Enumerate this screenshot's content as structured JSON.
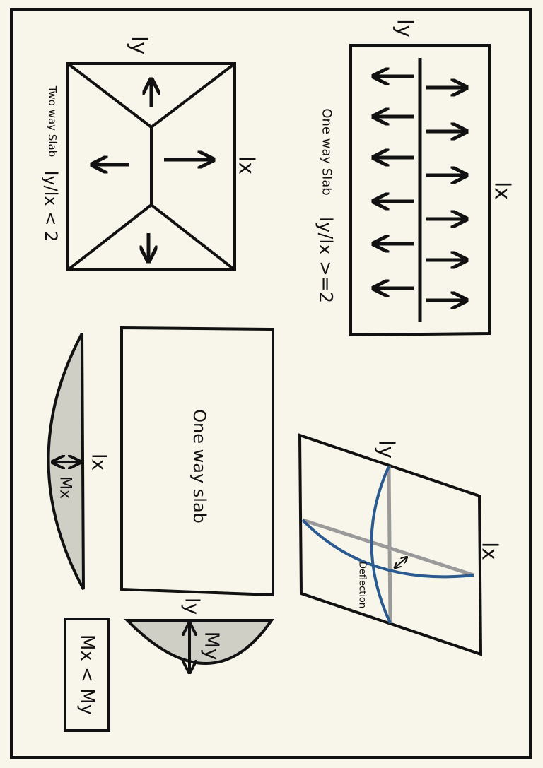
{
  "colors": {
    "background": "#f8f6ea",
    "ink": "#111111",
    "shade": "#cfcfc6",
    "blue_curve": "#2a5a8f",
    "gray_line": "#9a9a9a"
  },
  "one_way_panel": {
    "label_ly": "ly",
    "label_lx": "lx",
    "title": "One way Slab",
    "condition": "ly/lx >=2"
  },
  "two_way_panel": {
    "label_ly": "ly",
    "label_lx": "lx",
    "title": "Two way Slab",
    "condition": "ly/lx < 2"
  },
  "deflection_panel": {
    "label_ly": "ly",
    "label_lx": "lx",
    "caption": "Deflection"
  },
  "moment_panel": {
    "slab_label": "One way slab",
    "label_lx": "lx",
    "label_ly": "ly",
    "mx": "Mx",
    "my": "My",
    "relation": "Mx < My"
  }
}
